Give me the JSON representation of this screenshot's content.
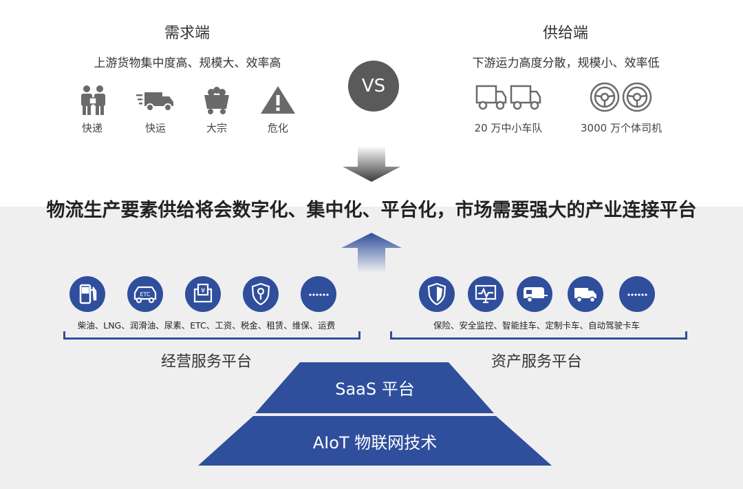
{
  "demand": {
    "title": "需求端",
    "subtitle": "上游货物集中度高、规模大、效率高",
    "items": [
      {
        "label": "快递",
        "icon": "courier-icon"
      },
      {
        "label": "快运",
        "icon": "fast-truck-icon"
      },
      {
        "label": "大宗",
        "icon": "mine-cart-icon"
      },
      {
        "label": "危化",
        "icon": "warning-icon"
      }
    ]
  },
  "vs": "VS",
  "supply": {
    "title": "供给端",
    "subtitle": "下游运力高度分散，规模小、效率低",
    "items": [
      {
        "label": "20 万中小车队",
        "icon": "trucks-icon"
      },
      {
        "label": "3000 万个体司机",
        "icon": "steering-wheel-icon"
      }
    ]
  },
  "headline": "物流生产要素供给将会数字化、集中化、平台化，市场需要强大的产业连接平台",
  "operations": {
    "icons": [
      "fuel-pump-icon",
      "etc-car-icon",
      "payment-icon",
      "shield-wrench-icon",
      "more-icon"
    ],
    "services": "柴油、LNG、润滑油、尿素、ETC、工资、税金、租赁、维保、运费",
    "label": "经营服务平台"
  },
  "assets": {
    "icons": [
      "insurance-shield-icon",
      "monitor-icon",
      "trailer-icon",
      "truck-icon",
      "more-icon"
    ],
    "services": "保险、安全监控、智能挂车、定制卡车、自动驾驶卡车",
    "label": "资产服务平台"
  },
  "pyramid": {
    "top": "SaaS 平台",
    "bottom": "AIoT 物联网技术"
  },
  "colors": {
    "accent": "#2f4e9c",
    "vs_circle": "#5a5a5a",
    "icon_gray": "#6a6a6a",
    "bottom_bg": "#efefef"
  }
}
